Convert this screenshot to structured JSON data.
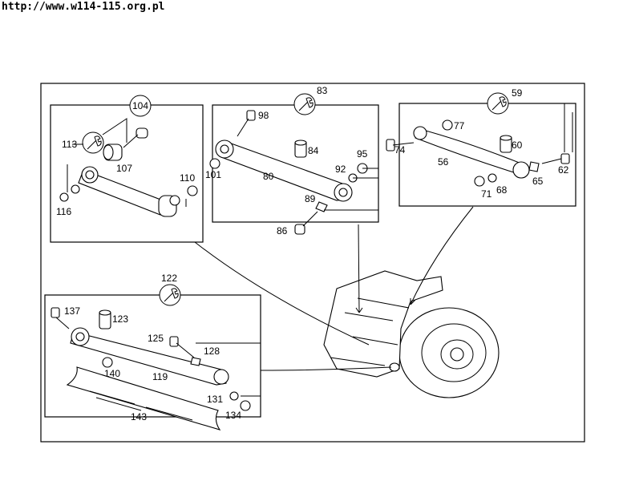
{
  "header": {
    "url": "http://www.w114-115.org.pl"
  },
  "groups": {
    "g104": "104",
    "g83": "83",
    "g59": "59",
    "g122": "122"
  },
  "labels": {
    "p113": "113",
    "p107": "107",
    "p110": "110",
    "p116": "116",
    "p98": "98",
    "p84": "84",
    "p95": "95",
    "p101": "101",
    "p80": "80",
    "p92": "92",
    "p89": "89",
    "p86": "86",
    "p77": "77",
    "p60": "60",
    "p74": "74",
    "p56": "56",
    "p62": "62",
    "p65": "65",
    "p71": "71",
    "p68": "68",
    "p137": "137",
    "p123": "123",
    "p125": "125",
    "p128": "128",
    "p140": "140",
    "p119": "119",
    "p131": "131",
    "p134": "134",
    "p143": "143"
  },
  "icons": [
    "wrench-icon"
  ]
}
